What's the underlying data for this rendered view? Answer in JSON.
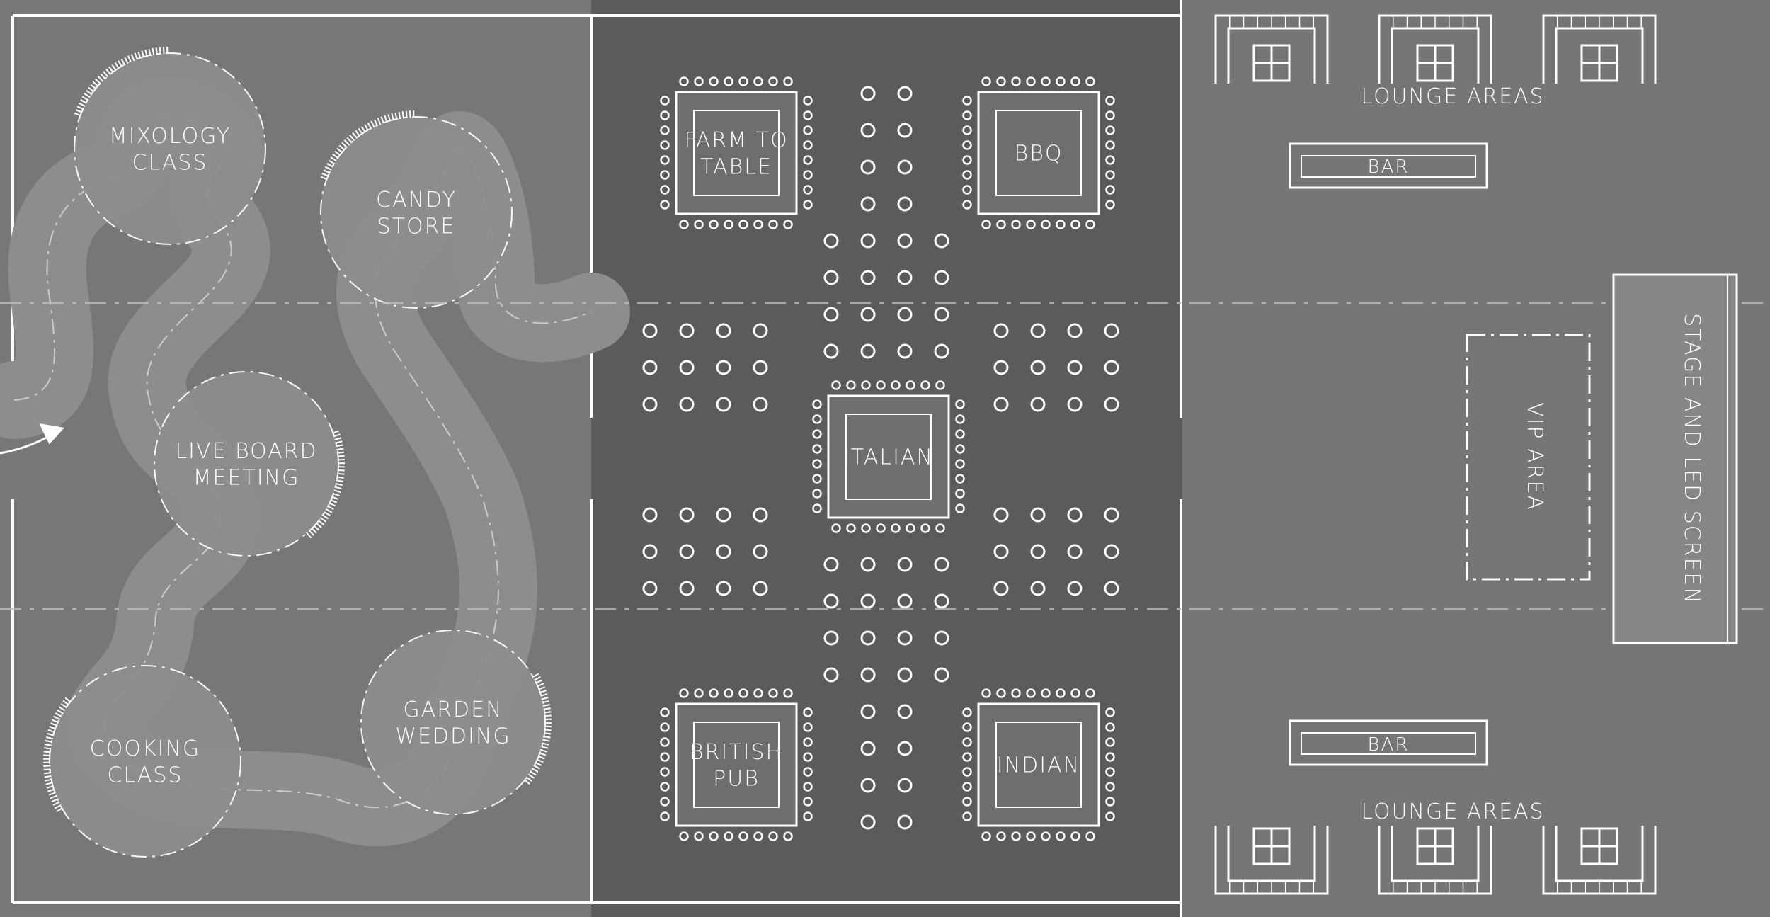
{
  "title": "",
  "colors": {
    "left_room": "#777777",
    "middle_room": "#5b5b5b",
    "right_room": "#767676",
    "path_fill": "#8d8d8d",
    "line": "#ffffff"
  },
  "left_zone": {
    "stations": [
      {
        "key": "mixology",
        "line1": "MIXOLOGY",
        "line2": "CLASS"
      },
      {
        "key": "candy",
        "line1": "CANDY",
        "line2": "STORE"
      },
      {
        "key": "board",
        "line1": "LIVE BOARD",
        "line2": "MEETING"
      },
      {
        "key": "cooking",
        "line1": "COOKING",
        "line2": "CLASS"
      },
      {
        "key": "garden",
        "line1": "GARDEN",
        "line2": "WEDDING"
      }
    ],
    "entrance_icon": "arrow-icon"
  },
  "food_zone": {
    "stations": [
      {
        "key": "farm",
        "line1": "FARM TO",
        "line2": "TABLE"
      },
      {
        "key": "bbq",
        "line1": "BBQ",
        "line2": ""
      },
      {
        "key": "italian",
        "line1": "ITALIAN",
        "line2": ""
      },
      {
        "key": "british",
        "line1": "BRITISH",
        "line2": "PUB"
      },
      {
        "key": "indian",
        "line1": "INDIAN",
        "line2": ""
      }
    ]
  },
  "right_zone": {
    "lounge_top": "LOUNGE AREAS",
    "lounge_bottom": "LOUNGE AREAS",
    "bar_top": "BAR",
    "bar_bottom": "BAR",
    "vip": "VIP AREA",
    "stage": "STAGE AND LED SCREEN"
  }
}
